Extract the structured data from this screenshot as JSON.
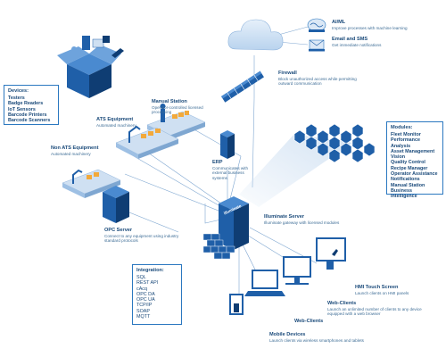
{
  "nodes": {
    "ai_ml": {
      "title": "AI/ML",
      "desc": "Improve processes with machine learning"
    },
    "email_sms": {
      "title": "Email and SMS",
      "desc": "Get immediate notifications"
    },
    "firewall": {
      "title": "Firewall",
      "desc": "Block unauthorized access while permitting outward communication"
    },
    "manual_station": {
      "title": "Manual Station",
      "desc": "Operator-controlled licensed processing"
    },
    "ats_equipment": {
      "title": "ATS Equipment",
      "desc": "Automated machinery"
    },
    "non_ats_equipment": {
      "title": "Non ATS Equipment",
      "desc": "Automated machinery"
    },
    "erp": {
      "title": "ERP",
      "desc": "Communicates with external business systems"
    },
    "opc_server": {
      "title": "OPC Server",
      "desc": "Connect to any equipment using industry standard protocols"
    },
    "illuminate_server": {
      "title": "Illuminate Server",
      "desc": "Illuminate gateway with licensed modules",
      "brand": "illuminate"
    },
    "hmi_touch_screen": {
      "title": "HMI Touch Screen",
      "desc": "Launch clients on HMI panels"
    },
    "web_clients_desc": {
      "title": "Web-Clients",
      "desc": "Launch an unlimited number of clients to any device equipped with a web browser"
    },
    "web_clients_label": {
      "title": "Web-Clients"
    },
    "mobile_devices": {
      "title": "Mobile Devices",
      "desc": "Launch clients via wireless smartphones and tablets"
    }
  },
  "devices_box": {
    "title": "Devices:",
    "items": [
      "Testers",
      "Badge Readers",
      "IoT Sensors",
      "Barcode Printers",
      "Barcode Scanners"
    ]
  },
  "modules_box": {
    "title": "Modules:",
    "items": [
      "Fleet Monitor",
      "Performance Analysis",
      "Asset Management",
      "Vision",
      "Quality Control",
      "Recipe Manager",
      "Operator Assistance",
      "Notifications",
      "Manual Station",
      "Business Intelligence"
    ]
  },
  "integration_box": {
    "title": "Integration:",
    "items": [
      "SQL",
      "REST API",
      "cAcq",
      "OPC DA",
      "OPC UA",
      "TCP/IP",
      "SOAP",
      "MQTT"
    ]
  },
  "colors": {
    "primary": "#1f5fa8",
    "dark": "#0f3d73",
    "light": "#cfe0f2",
    "line": "#2b78c0",
    "text": "#1a4a7a"
  }
}
